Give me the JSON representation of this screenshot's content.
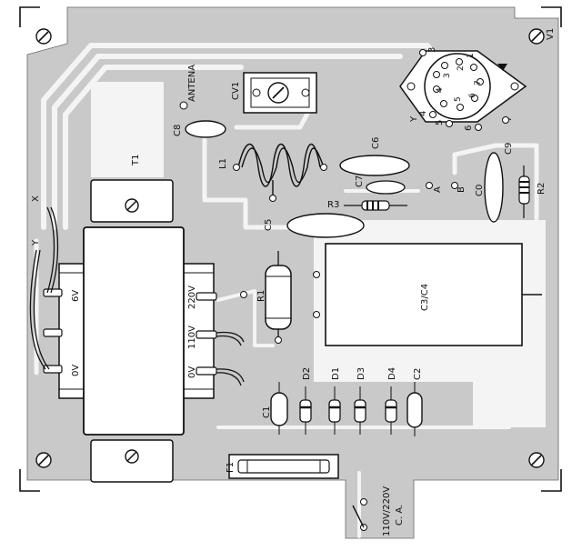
{
  "colors": {
    "board": "#c9c9c9",
    "copper": "#f4f4f4",
    "ink": "#111111",
    "paper": "#ffffff"
  },
  "labels": {
    "antenna": "ANTENA",
    "cv1": "CV1",
    "c8": "C8",
    "l1": "L1",
    "c6": "C6",
    "c7": "C7",
    "r3": "R3",
    "c5": "C5",
    "r1": "R1",
    "c3c4": "C3/C4",
    "c9": "C9",
    "c0": "C0",
    "r2": "R2",
    "v1": "V1",
    "t1": "T1",
    "x": "X",
    "y": "Y",
    "pad_a": "A",
    "pad_b": "B",
    "c1": "C1",
    "d2": "D2",
    "d1": "D1",
    "d3": "D3",
    "d4": "D4",
    "c2": "C2",
    "f1": "F1",
    "v6": "6V",
    "v0_left": "0V",
    "v220": "220V",
    "v110": "110V",
    "v0_right": "0V",
    "mains_line1": "110V/220V",
    "mains_line2": "C. A."
  },
  "tube_pins": [
    "1",
    "2",
    "3",
    "4",
    "5",
    "6",
    "7"
  ],
  "outer_pins": [
    "3",
    "4",
    "5",
    "6",
    "7",
    "Y"
  ]
}
